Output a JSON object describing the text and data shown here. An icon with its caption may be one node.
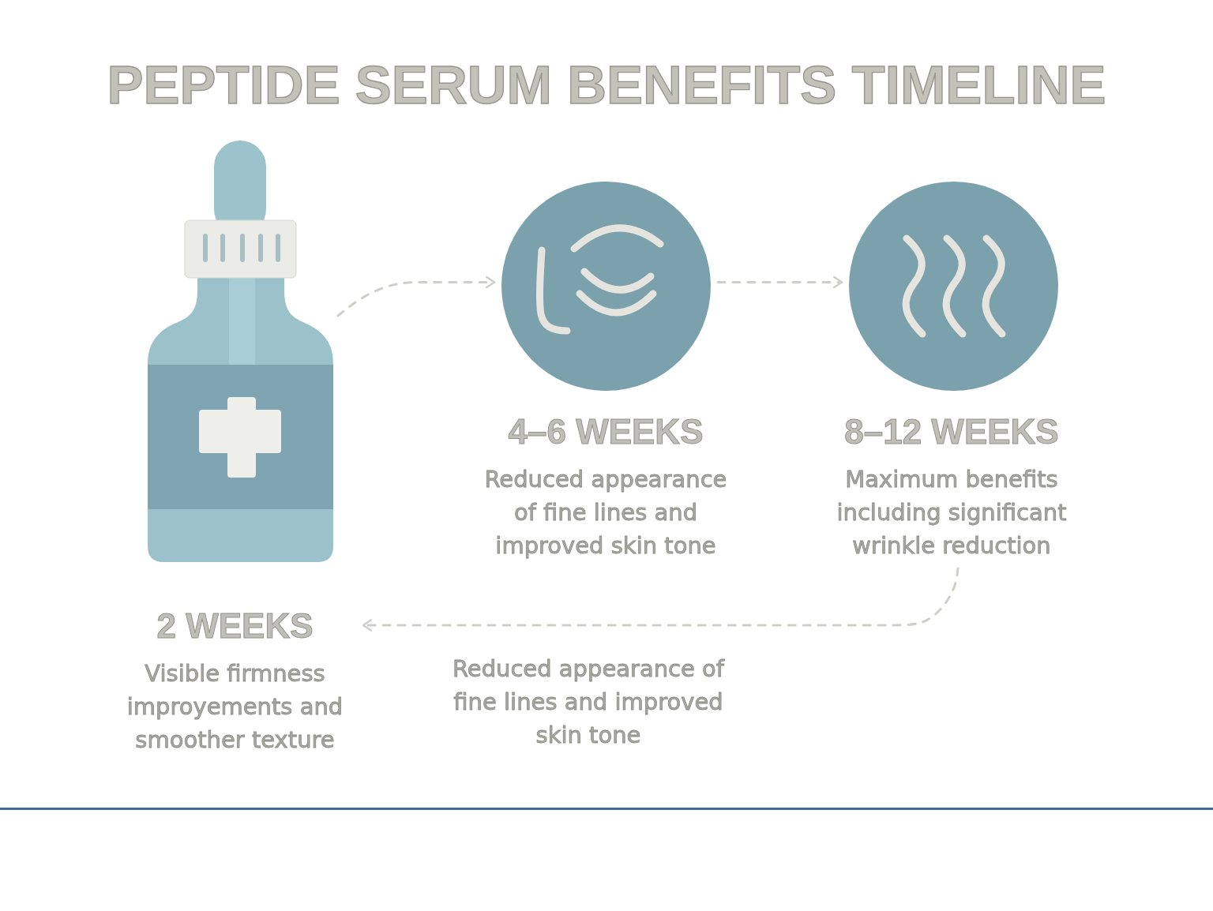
{
  "diagram": {
    "title": "PEPTIDE SERUM BENEFITS TIMELINE",
    "nodes": [
      {
        "text": [],
        "shape": "picture"
      },
      {
        "text": [],
        "shape": "circle",
        "beside": [
          "4–6 WEEKS",
          "Reduced appearance of fine lines and improved skin tone"
        ]
      },
      {
        "text": [],
        "shape": "circle"
      },
      {
        "text": [
          "8–12 WEEKS",
          "Maximum benefits including significant wrinkle reduction"
        ]
      },
      {
        "text": [
          "2 WEEKS",
          "Visible firmness improyements and smoother texture"
        ]
      }
    ],
    "edges": [
      {
        "from": 0,
        "to": 1,
        "arrow": "to",
        "style": "dashed"
      },
      {
        "from": 1,
        "to": 2,
        "arrow": "to",
        "style": "dashed"
      },
      {
        "from": 3,
        "to": 4,
        "arrow": "to",
        "style": "dashed"
      }
    ],
    "labels": [
      "Reduced appearance of fine lines and improved skin tone"
    ]
  }
}
